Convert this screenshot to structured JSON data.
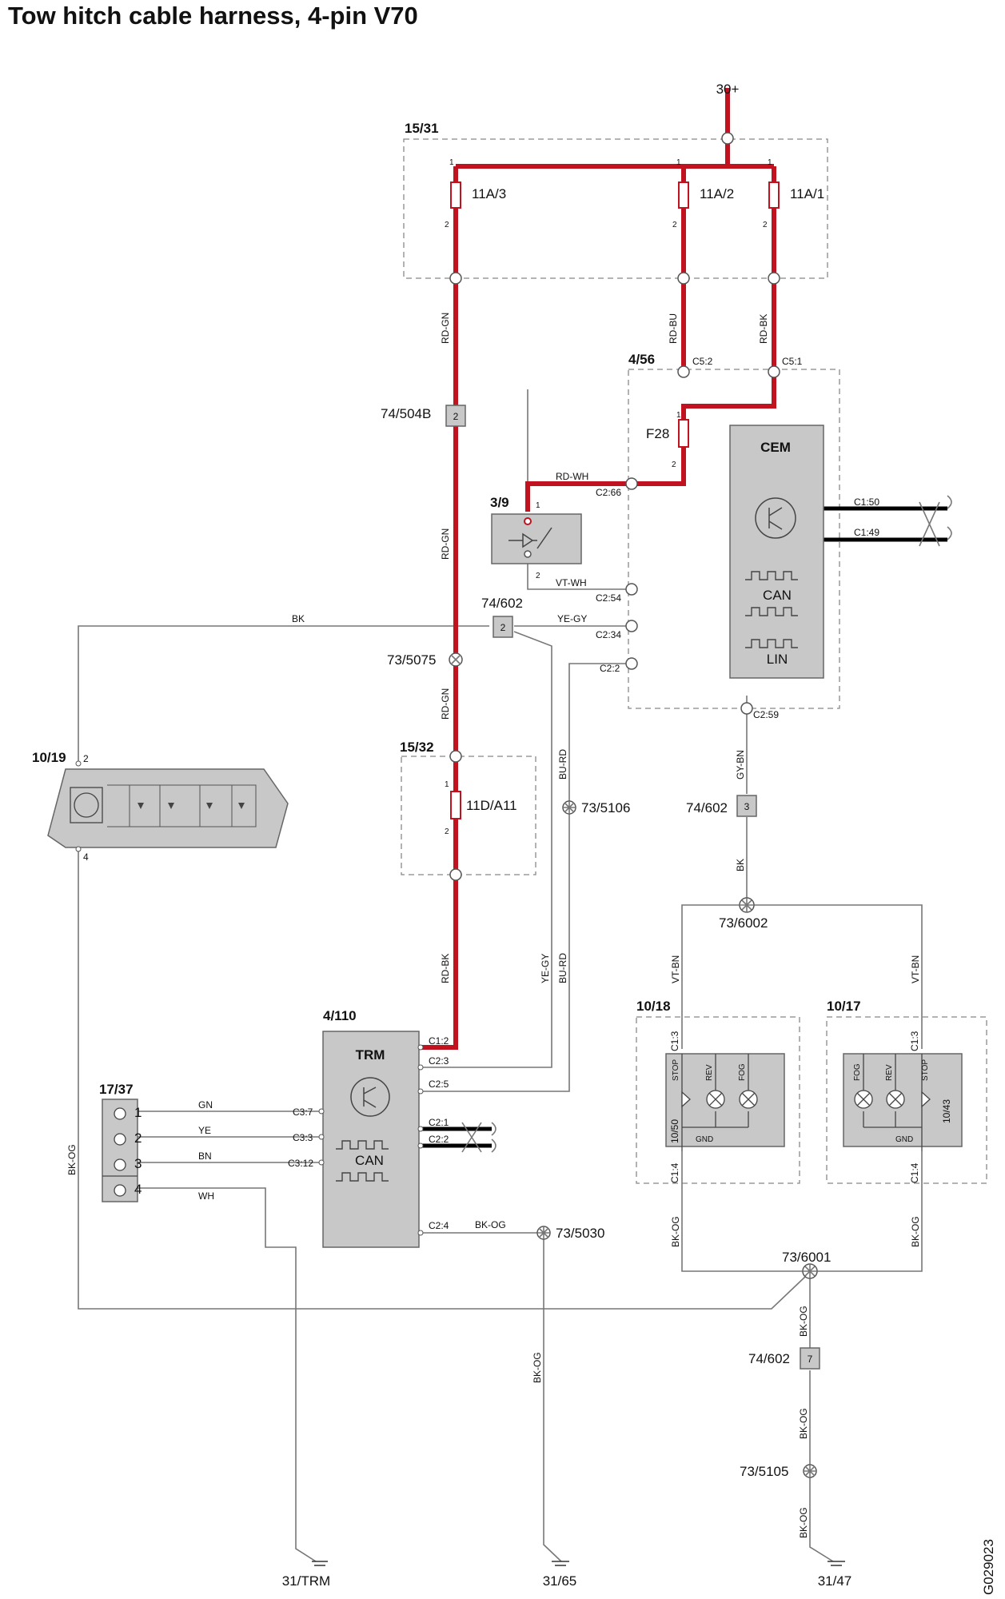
{
  "title": "Tow hitch cable harness, 4-pin V70",
  "doc_id": "G029023",
  "supply": "30+",
  "fusebox": {
    "id": "15/31",
    "fuses": [
      "11A/3",
      "11A/2",
      "11A/1"
    ]
  },
  "cem_box": {
    "id": "4/56",
    "fuse": "F28",
    "module": "CEM",
    "bus1": "CAN",
    "bus2": "LIN"
  },
  "switch": {
    "id": "3/9"
  },
  "connector_504b": {
    "id": "74/504B",
    "pin": "2"
  },
  "connector_602": {
    "id": "74/602",
    "pin2": "2",
    "pin3": "3",
    "pin7": "7"
  },
  "splices": {
    "s5075": "73/5075",
    "s5106": "73/5106",
    "s6002": "73/6002",
    "s5030": "73/5030",
    "s6001": "73/6001",
    "s5105": "73/5105"
  },
  "fuse_box2": {
    "id": "15/32",
    "fuse": "11D/A11"
  },
  "light_unit": {
    "id": "10/19"
  },
  "trm": {
    "id": "4/110",
    "module": "TRM",
    "bus": "CAN"
  },
  "socket": {
    "id": "17/37",
    "pins": [
      "1",
      "2",
      "3",
      "4"
    ]
  },
  "lamps_left": {
    "id": "10/18",
    "bulb": "10/50",
    "labels": [
      "STOP",
      "REV",
      "FOG"
    ],
    "gnd": "GND"
  },
  "lamps_right": {
    "id": "10/17",
    "bulb": "10/43",
    "labels": [
      "FOG",
      "REV",
      "STOP"
    ],
    "gnd": "GND"
  },
  "grounds": [
    "31/TRM",
    "31/65",
    "31/47"
  ],
  "wires": {
    "rd_gn": "RD-GN",
    "rd_bu": "RD-BU",
    "rd_bk": "RD-BK",
    "rd_wh": "RD-WH",
    "vt_wh": "VT-WH",
    "bk": "BK",
    "ye_gy": "YE-GY",
    "bu_rd": "BU-RD",
    "gy_bn": "GY-BN",
    "vt_bn": "VT-BN",
    "bk_og": "BK-OG",
    "gn": "GN",
    "ye": "YE",
    "bn": "BN",
    "wh": "WH"
  },
  "pins": {
    "c5_2": "C5:2",
    "c5_1": "C5:1",
    "c2_66": "C2:66",
    "c2_54": "C2:54",
    "c2_34": "C2:34",
    "c2_2": "C2:2",
    "c2_59": "C2:59",
    "c1_50": "C1:50",
    "c1_49": "C1:49",
    "c1_2": "C1:2",
    "c2_3": "C2:3",
    "c2_5": "C2:5",
    "c2_1": "C2:1",
    "c2_2b": "C2:2",
    "c2_4": "C2:4",
    "c3_7": "C3:7",
    "c3_3": "C3:3",
    "c3_12": "C3:12",
    "c1_3": "C1:3",
    "c1_4": "C1:4",
    "one": "1",
    "two": "2",
    "four": "4"
  }
}
